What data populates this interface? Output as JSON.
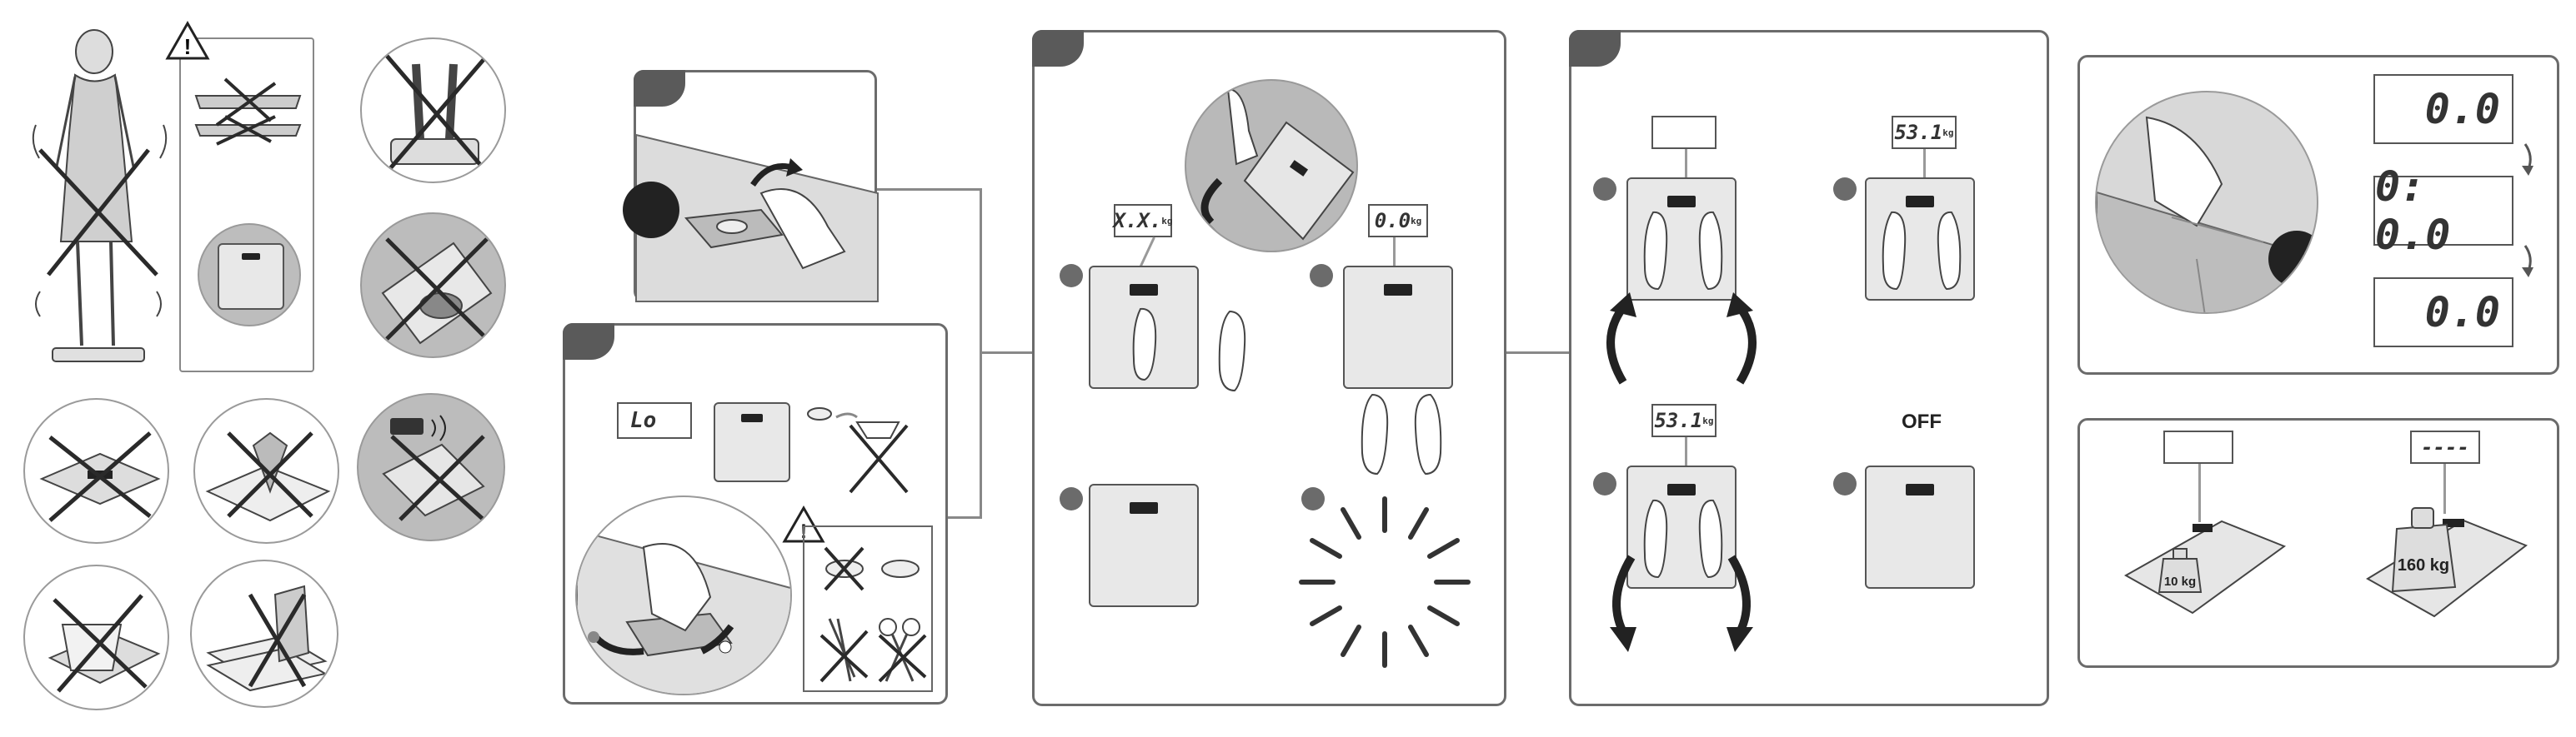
{
  "panel2": {
    "lcd_lo": "Lo"
  },
  "panel3": {
    "lcd_xx": "X.X.",
    "lcd_zero": "0.0",
    "unit": "kg"
  },
  "panel4": {
    "lcd_blank": "",
    "lcd_531_top": "53.1",
    "lcd_531_bottom": "53.1",
    "unit": "kg",
    "off_label": "OFF"
  },
  "panel5": {
    "lcd_1": "0.0",
    "lcd_2": "0: 0.0",
    "lcd_3": "0.0"
  },
  "panel6": {
    "lcd_blank": "",
    "lcd_dashes": "----",
    "weight_small": "10 kg",
    "weight_large": "160 kg"
  },
  "colors": {
    "frame": "#6b6b6b",
    "tab": "#5a5a5a",
    "scale_fill": "#e8e8e8",
    "cross": "#2a2a2a"
  }
}
